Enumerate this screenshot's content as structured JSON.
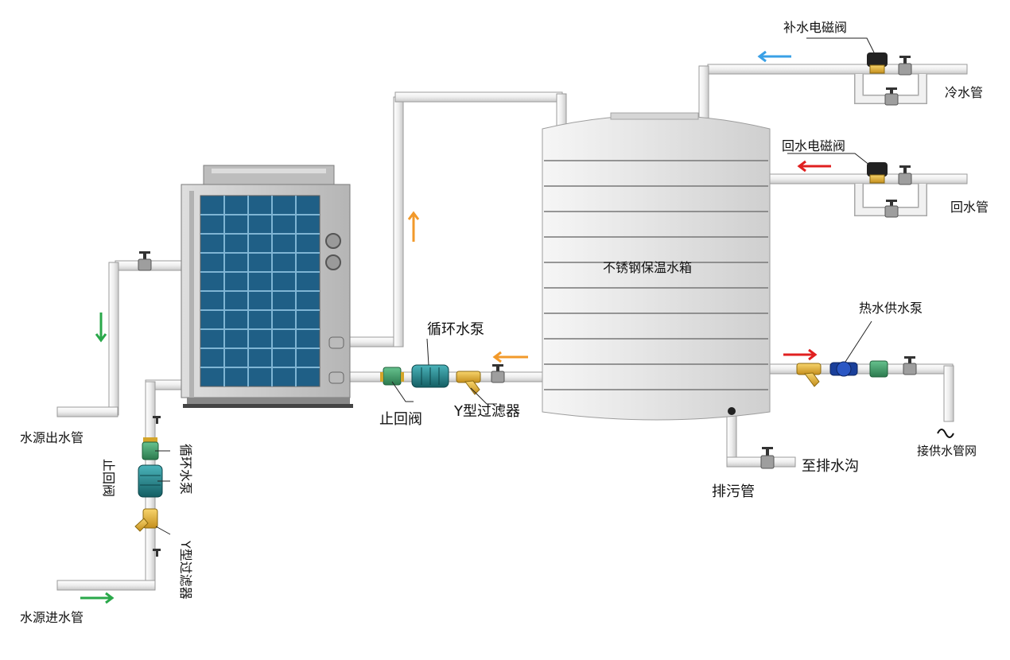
{
  "labels": {
    "makeup_solenoid": "补水电磁阀",
    "cold_pipe": "冷水管",
    "return_solenoid": "回水电磁阀",
    "return_pipe": "回水管",
    "tank": "不锈钢保温水箱",
    "hot_supply_pump": "热水供水泵",
    "supply_network": "接供水管网",
    "to_drain": "至排水沟",
    "drain_pipe": "排污管",
    "circ_pump_top": "循环水泵",
    "check_valve_top": "止回阀",
    "y_filter_top": "Y型过滤器",
    "source_out": "水源出水管",
    "source_in": "水源进水管",
    "check_valve_side": "止回阀",
    "circ_pump_side": "循环水泵",
    "y_filter_side": "Y型过滤器"
  },
  "colors": {
    "pipe_fill": "#f3f3f3",
    "pipe_stroke": "#9a9a9a",
    "tank_fill": "#e2e2e2",
    "unit_body": "#c9c9c9",
    "panel_blue": "#1f5f86",
    "valve_brass": "#e2b23a",
    "check_green": "#3e9a66",
    "pump_teal": "#1e7f86",
    "pump_blue": "#1a3f9a",
    "arrow_blue": "#3aa0e6",
    "arrow_red": "#e02020",
    "arrow_orange": "#f2992a",
    "arrow_green": "#2aa84a"
  },
  "icons": [
    "flow-arrow-icon",
    "valve-handle-icon",
    "solenoid-valve-icon",
    "pump-icon",
    "y-filter-icon",
    "check-valve-icon"
  ]
}
